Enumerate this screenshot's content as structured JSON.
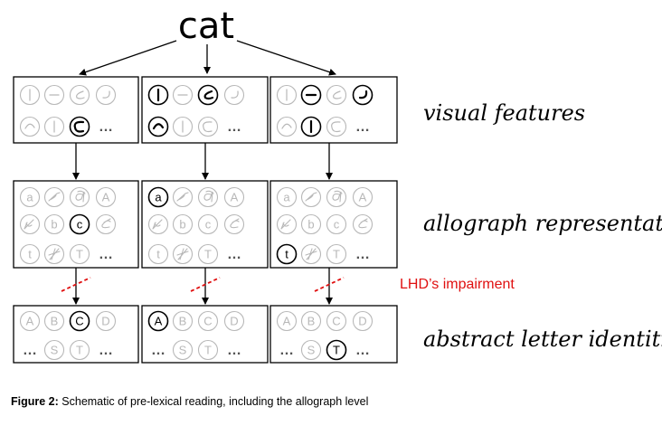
{
  "word": "cat",
  "labels": {
    "visual": "visual features",
    "allograph": "allograph representations",
    "abstract": "abstract letter identities",
    "impairment": "LHD’s impairment"
  },
  "caption": {
    "prefix": "Figure 2:",
    "text": "Schematic of pre-lexical reading, including the allograph level"
  },
  "ellipsis": "…",
  "visual_units": [
    "vertical-bar",
    "horizontal-bar",
    "open-curve",
    "hook",
    "top-arc",
    "vertical-bar",
    "c-curve"
  ],
  "allograph_units": [
    "a",
    "script-a",
    "cursive-a",
    "A",
    "script-b",
    "b",
    "c",
    "cursive-c",
    "t",
    "script-t",
    "T"
  ],
  "abstract_units": [
    "A",
    "B",
    "C",
    "D",
    "S",
    "T"
  ],
  "highlights": {
    "visual": [
      [
        6
      ],
      [
        0,
        2,
        4
      ],
      [
        1,
        3,
        5
      ]
    ],
    "allograph": [
      [
        6
      ],
      [
        0
      ],
      [
        8
      ]
    ],
    "abstract": [
      [
        2
      ],
      [
        0
      ],
      [
        5
      ]
    ]
  },
  "colors": {
    "active": "#000000",
    "inactive": "#b8b8b8",
    "impairment": "#e01010"
  }
}
